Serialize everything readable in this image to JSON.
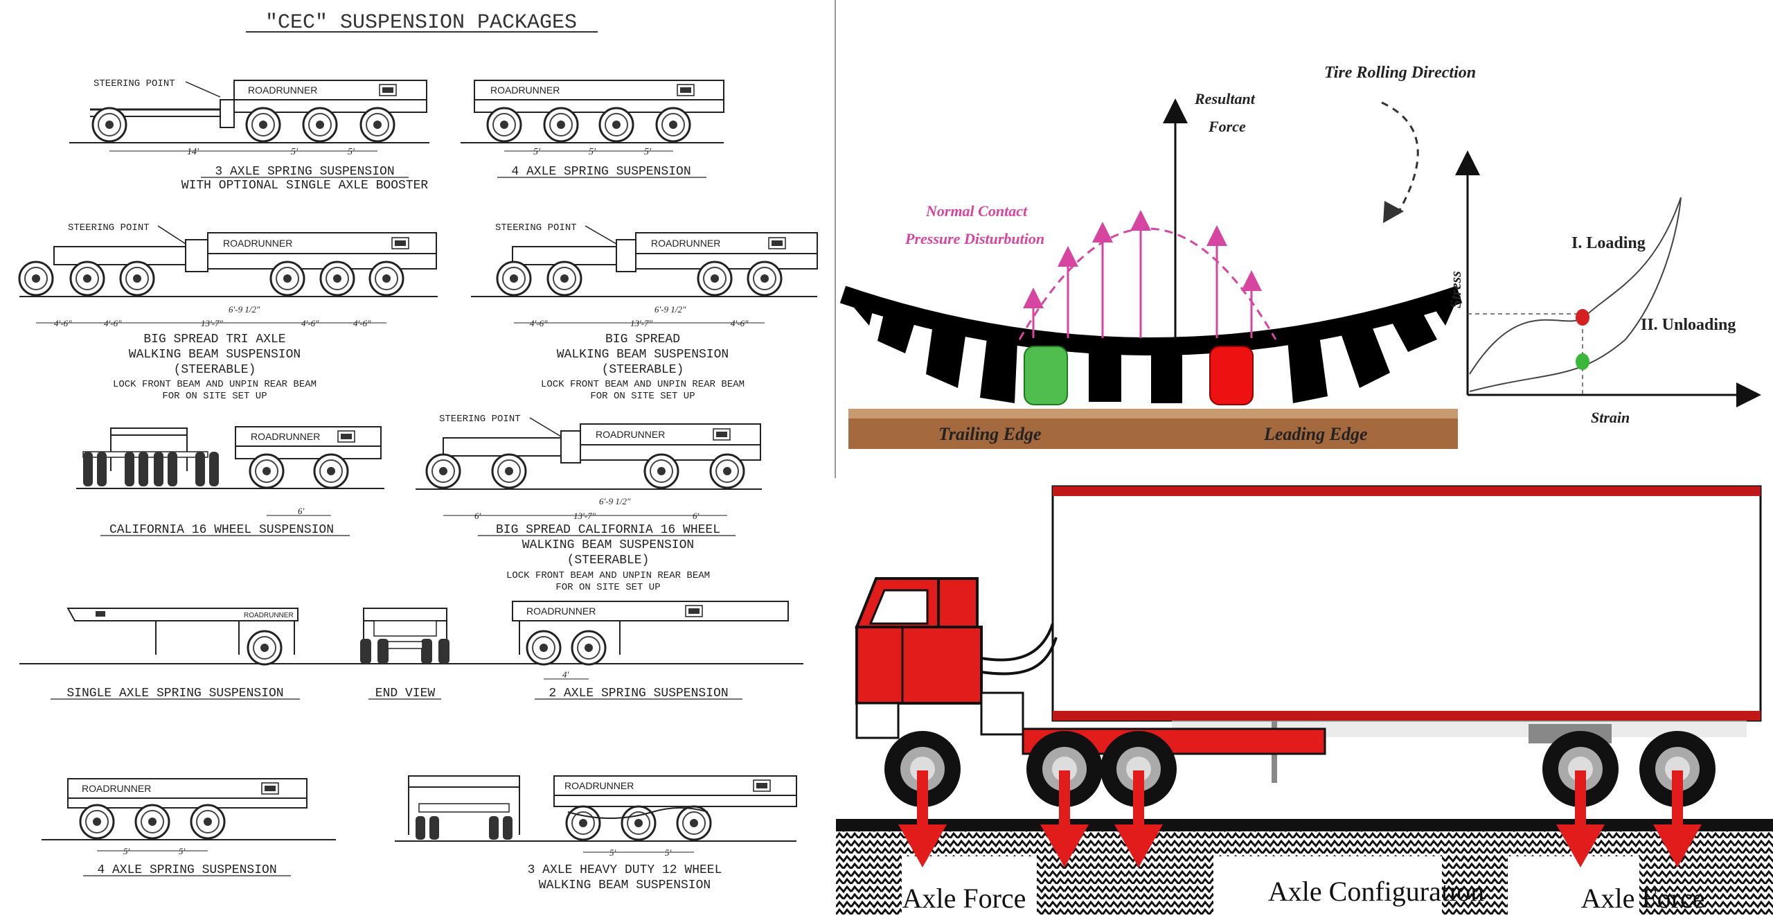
{
  "packages": {
    "title": "\"CEC\" SUSPENSION PACKAGES",
    "brand": "ROADRUNNER",
    "steering_point": "STEERING POINT",
    "items": {
      "p1": {
        "line1": "3 AXLE SPRING SUSPENSION",
        "line2": "WITH OPTIONAL SINGLE AXLE BOOSTER",
        "dim_a": "14'",
        "dim_b": "5'",
        "dim_c": "5'"
      },
      "p2": {
        "line1": "4 AXLE SPRING SUSPENSION",
        "dim_a": "5'",
        "dim_b": "5'",
        "dim_c": "5'"
      },
      "p3": {
        "line1": "BIG SPREAD TRI AXLE",
        "line2": "WALKING BEAM SUSPENSION",
        "line3": "(STEERABLE)",
        "line4": "LOCK FRONT BEAM AND UNPIN REAR BEAM",
        "line5": "FOR ON SITE SET UP",
        "dim_a": "4'-6\"",
        "dim_b": "4'-6\"",
        "dim_c": "6'-9 1/2\"",
        "dim_d": "13'-7\"",
        "dim_e": "4'-6\"",
        "dim_f": "4'-6\""
      },
      "p4": {
        "line1": "BIG SPREAD",
        "line2": "WALKING BEAM SUSPENSION",
        "line3": "(STEERABLE)",
        "line4": "LOCK FRONT BEAM AND UNPIN REAR BEAM",
        "line5": "FOR ON SITE SET UP",
        "dim_a": "4'-6\"",
        "dim_b": "6'-9 1/2\"",
        "dim_c": "13'-7\"",
        "dim_d": "4'-6\""
      },
      "p5": {
        "line1": "CALIFORNIA 16 WHEEL SUSPENSION",
        "dim_a": "6'"
      },
      "p6": {
        "line1": "BIG SPREAD CALIFORNIA 16 WHEEL",
        "line2": "WALKING BEAM SUSPENSION",
        "line3": "(STEERABLE)",
        "line4": "LOCK FRONT BEAM AND UNPIN REAR BEAM",
        "line5": "FOR ON SITE SET UP",
        "dim_a": "6'",
        "dim_b": "6'-9 1/2\"",
        "dim_c": "13'-7\"",
        "dim_d": "6'"
      },
      "p7": {
        "line1": "SINGLE AXLE SPRING SUSPENSION"
      },
      "p8": {
        "line1": "END VIEW"
      },
      "p9": {
        "line1": "2 AXLE SPRING SUSPENSION",
        "dim_a": "4'"
      },
      "p10": {
        "line1": "4 AXLE SPRING SUSPENSION",
        "dim_a": "5'",
        "dim_b": "5'"
      },
      "p11": {
        "line1": "3 AXLE HEAVY DUTY 12 WHEEL",
        "line2": "WALKING BEAM SUSPENSION",
        "dim_a": "5'",
        "dim_b": "5'"
      }
    }
  },
  "tire": {
    "resultant_force": [
      "Resultant",
      "Force"
    ],
    "rolling_direction": "Tire Rolling Direction",
    "pressure_label": [
      "Normal Contact",
      "Pressure Disturbution"
    ],
    "trailing_edge": "Trailing Edge",
    "leading_edge": "Leading Edge",
    "stress": "Stress",
    "strain": "Strain",
    "loading": "I. Loading",
    "unloading": "II. Unloading",
    "colors": {
      "pressure": "#d6459f",
      "loading_dot": "#d62020",
      "unloading_dot": "#3bb83b",
      "ground": "#a4693c"
    }
  },
  "truck": {
    "axle_force_left": "Axle Force",
    "axle_configuration": "Axle Configuration",
    "axle_force_right": "Axle Force",
    "colors": {
      "cab": "#e21b1b",
      "arrow": "#e21b1b",
      "trailer_stripe": "#c01818"
    }
  }
}
